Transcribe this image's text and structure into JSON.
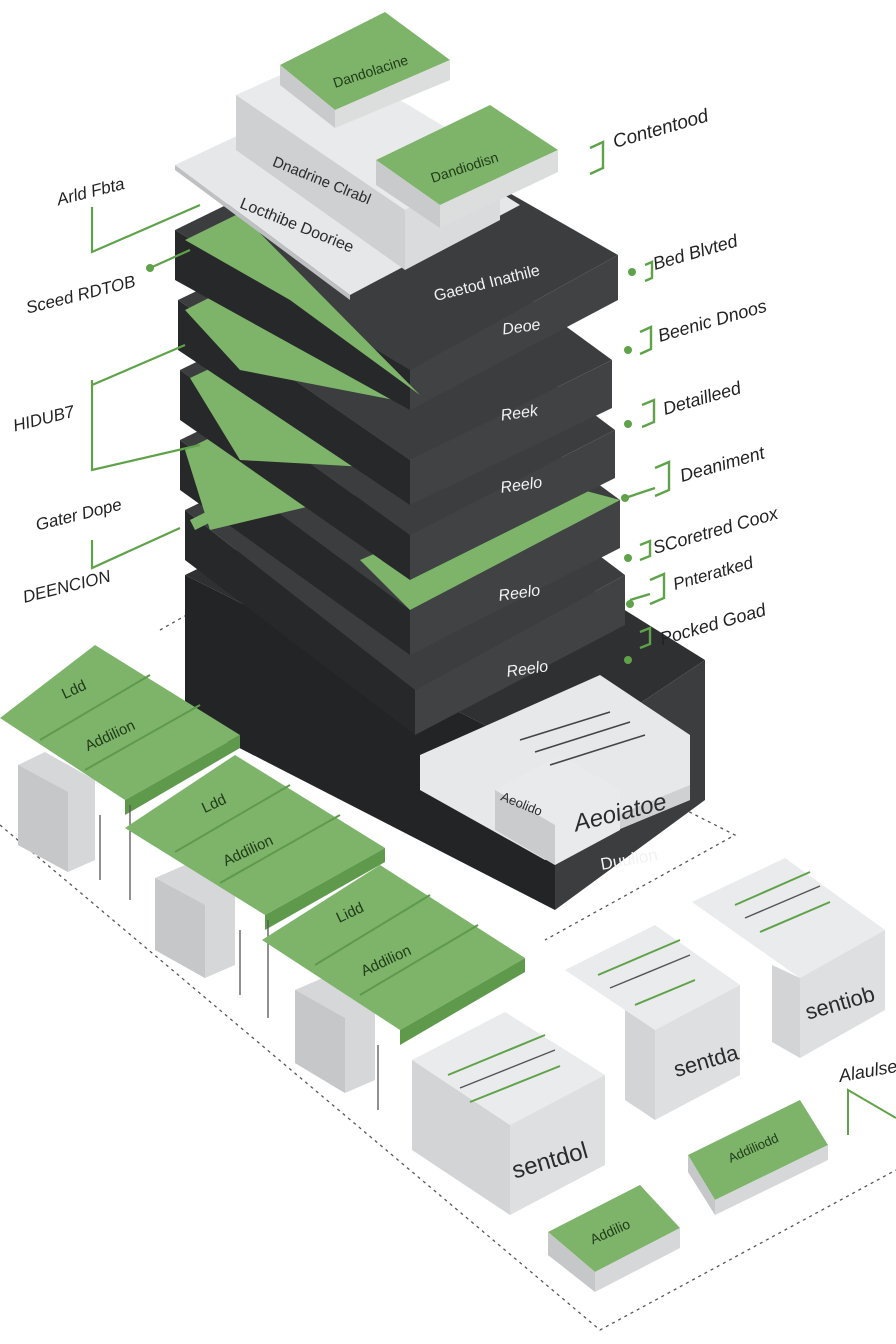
{
  "colors": {
    "green": "#7db46a",
    "green_dark": "#5f9a4c",
    "green_line": "#5fa24a",
    "dark_slab": "#3b3d3f",
    "dark_slab_side": "#2a2b2d",
    "light_slab": "#e4e5e6",
    "light_slab_side": "#c9cacb",
    "text_dark": "#222222"
  },
  "tower": {
    "top_block_1": "Dandolacine",
    "top_block_2": "Dandiodisn",
    "light_tier_label": "Locthibe Dooriee",
    "light_tier_label_2": "Dnadrine Clrabl",
    "dark_tier_label": "Gaetod Inathile",
    "tier_labels": [
      "Deoe",
      "Reek",
      "Reelo",
      "Reelo",
      "Reelo"
    ],
    "base_label_1": "Aeoiatoe",
    "base_label_2": "Duulion",
    "base_small": "Aeolido"
  },
  "left_labels": [
    "Arld Fbta",
    "Sceed RDTOB",
    "HIDUB7",
    "Gater Dope",
    "DEENCION"
  ],
  "right_labels": [
    "Contentood",
    "Bed Blvted",
    "Beenic Dnoos",
    "Detailleed",
    "Deaniment",
    "SCoretred Coox",
    "Pnteratked",
    "Pocked Goad"
  ],
  "green_panels": [
    {
      "title": "Ldd",
      "sub": "Addilion"
    },
    {
      "title": "Ldd",
      "sub": "Addilion"
    },
    {
      "title": "Lidd",
      "sub": "Addilion"
    }
  ],
  "boxes": {
    "box_1": "sentdol",
    "box_2": "sentda",
    "box_3": "sentiob",
    "green_small_1": "Addilio",
    "green_small_2": "Addiliodd",
    "far_right_label": "Alaulse"
  }
}
